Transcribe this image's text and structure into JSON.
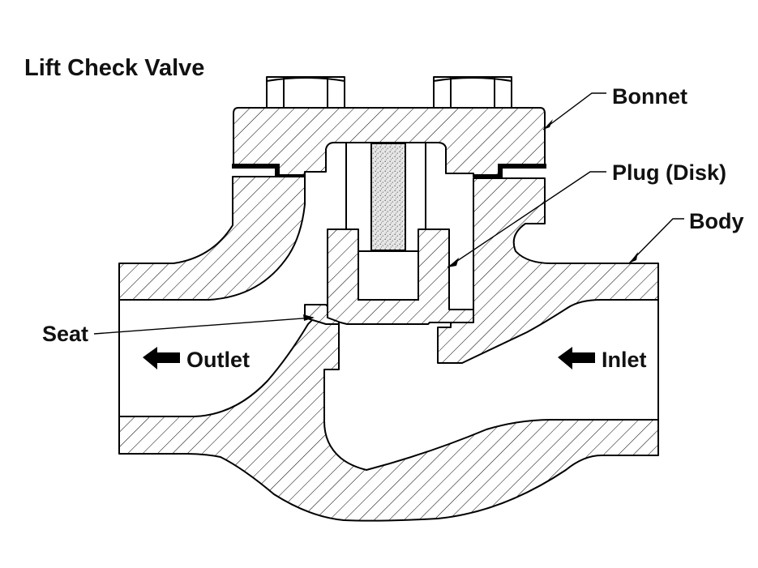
{
  "title": "Lift Check Valve",
  "labels": {
    "bonnet": "Bonnet",
    "plug": "Plug (Disk)",
    "body": "Body",
    "seat": "Seat",
    "outlet": "Outlet",
    "inlet": "Inlet"
  }
}
